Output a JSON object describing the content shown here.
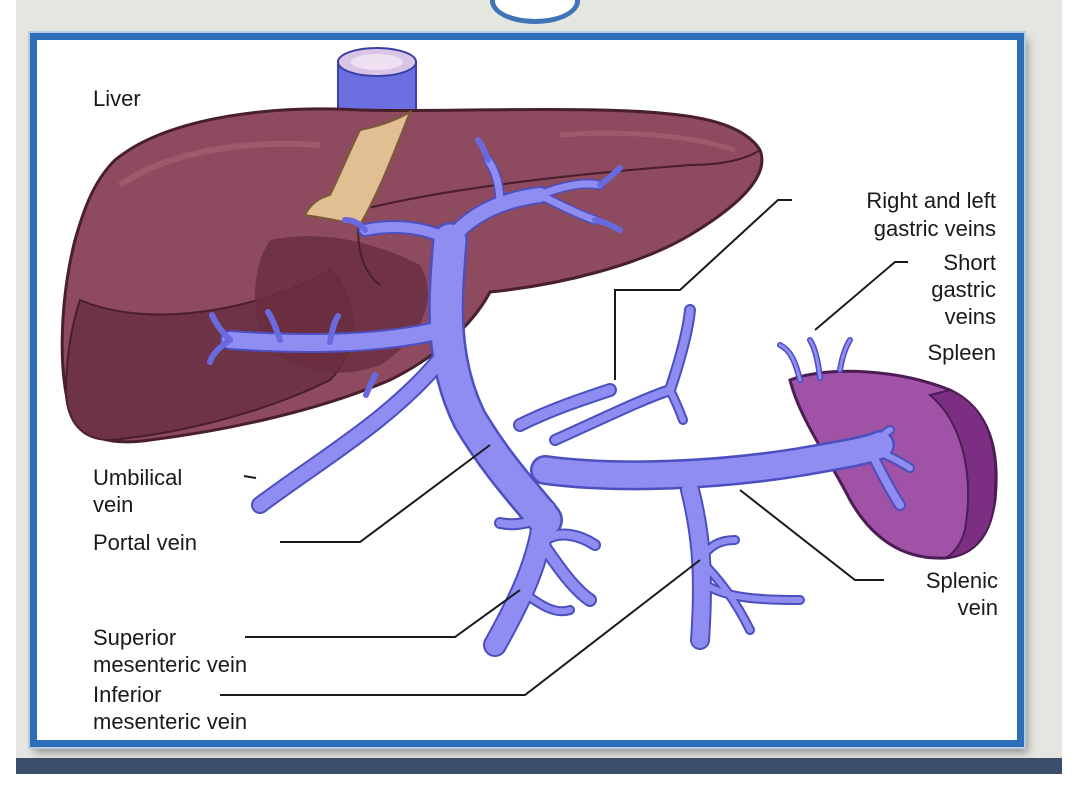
{
  "labels": {
    "liver": "Liver",
    "gastric_line1": "Right and left",
    "gastric_line2": "gastric veins",
    "short_line1": "Short",
    "short_line2": "gastric",
    "short_line3": "veins",
    "spleen": "Spleen",
    "umbilical_line1": "Umbilical",
    "umbilical_line2": "vein",
    "portal": "Portal vein",
    "splenic_line1": "Splenic",
    "splenic_line2": "vein",
    "superior_line1": "Superior",
    "superior_line2": "mesenteric vein",
    "inferior_line1": "Inferior",
    "inferior_line2": "mesenteric vein"
  },
  "colors": {
    "frame_border": "#2e6db8",
    "liver": "#8e4a5e",
    "spleen": "#a052a6",
    "veins": "#8f8df2",
    "ligament": "#e2bf92"
  }
}
